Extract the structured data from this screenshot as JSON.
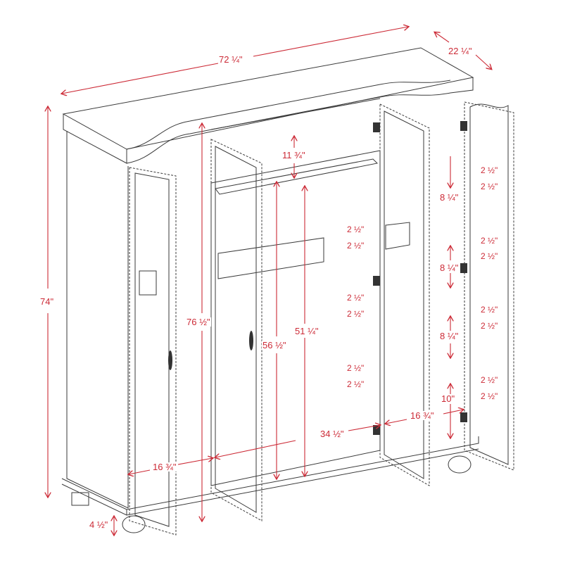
{
  "diagram": {
    "title": "Wardrobe armoire dimension drawing",
    "colors": {
      "line": "#3a3a3a",
      "dim": "#cc2a36",
      "dim_light": "#e7a9ae",
      "background": "#ffffff"
    },
    "dimensions": {
      "overall_width": "72 ¼\"",
      "overall_depth": "22 ¼\"",
      "overall_height": "74\"",
      "height_with_crown": "76 ½\"",
      "top_clearance": "11 ¾\"",
      "hanging_height_front": "56 ½\"",
      "hanging_height_rear": "51 ¼\"",
      "center_interior_width": "34 ½\"",
      "left_interior_width": "16 ¾\"",
      "right_interior_width": "16 ¾\"",
      "foot_height": "4 ½\"",
      "shelf_spacing": [
        "8 ¼\"",
        "8 ¼\"",
        "8 ¼\""
      ],
      "bottom_shelf_spacing": "10\"",
      "hole_spacing_center": [
        "2 ½\"",
        "2 ½\"",
        "2 ½\"",
        "2 ½\"",
        "2 ½\"",
        "2 ½\""
      ],
      "hole_spacing_right": [
        "2 ½\"",
        "2 ½\"",
        "2 ½\"",
        "2 ½\"",
        "2 ½\"",
        "2 ½\"",
        "2 ½\"",
        "2 ½\""
      ]
    }
  }
}
